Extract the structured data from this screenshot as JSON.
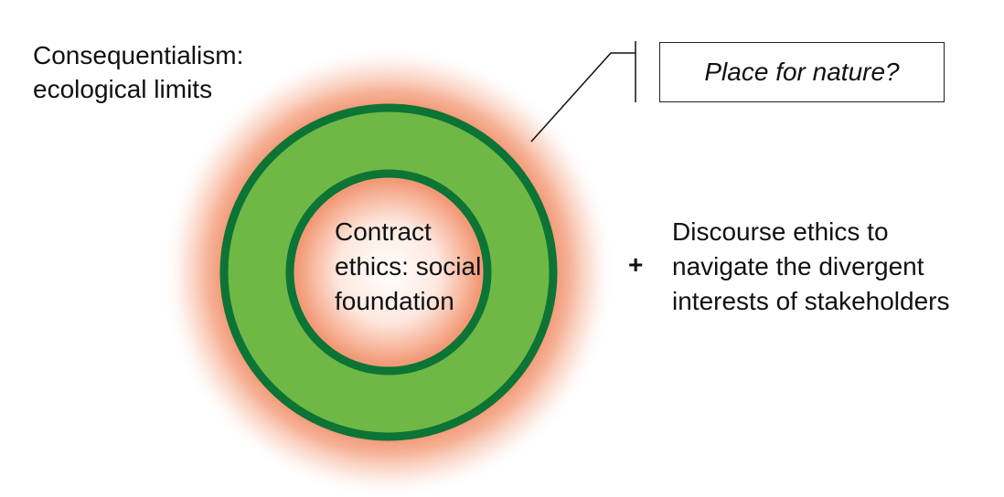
{
  "diagram": {
    "outer_label": [
      "Consequentialism:",
      "ecological limits"
    ],
    "inner_label": [
      "Contract",
      "ethics: social",
      "foundation"
    ],
    "side_label": [
      "Discourse ethics to",
      "navigate the divergent",
      "interests of stakeholders"
    ],
    "plus_symbol": "+",
    "callout_text": "Place for nature?",
    "colors": {
      "ring_fill": "#6fb846",
      "ring_stroke": "#0c7434",
      "glow": "#f4997a",
      "text": "#111111"
    }
  }
}
